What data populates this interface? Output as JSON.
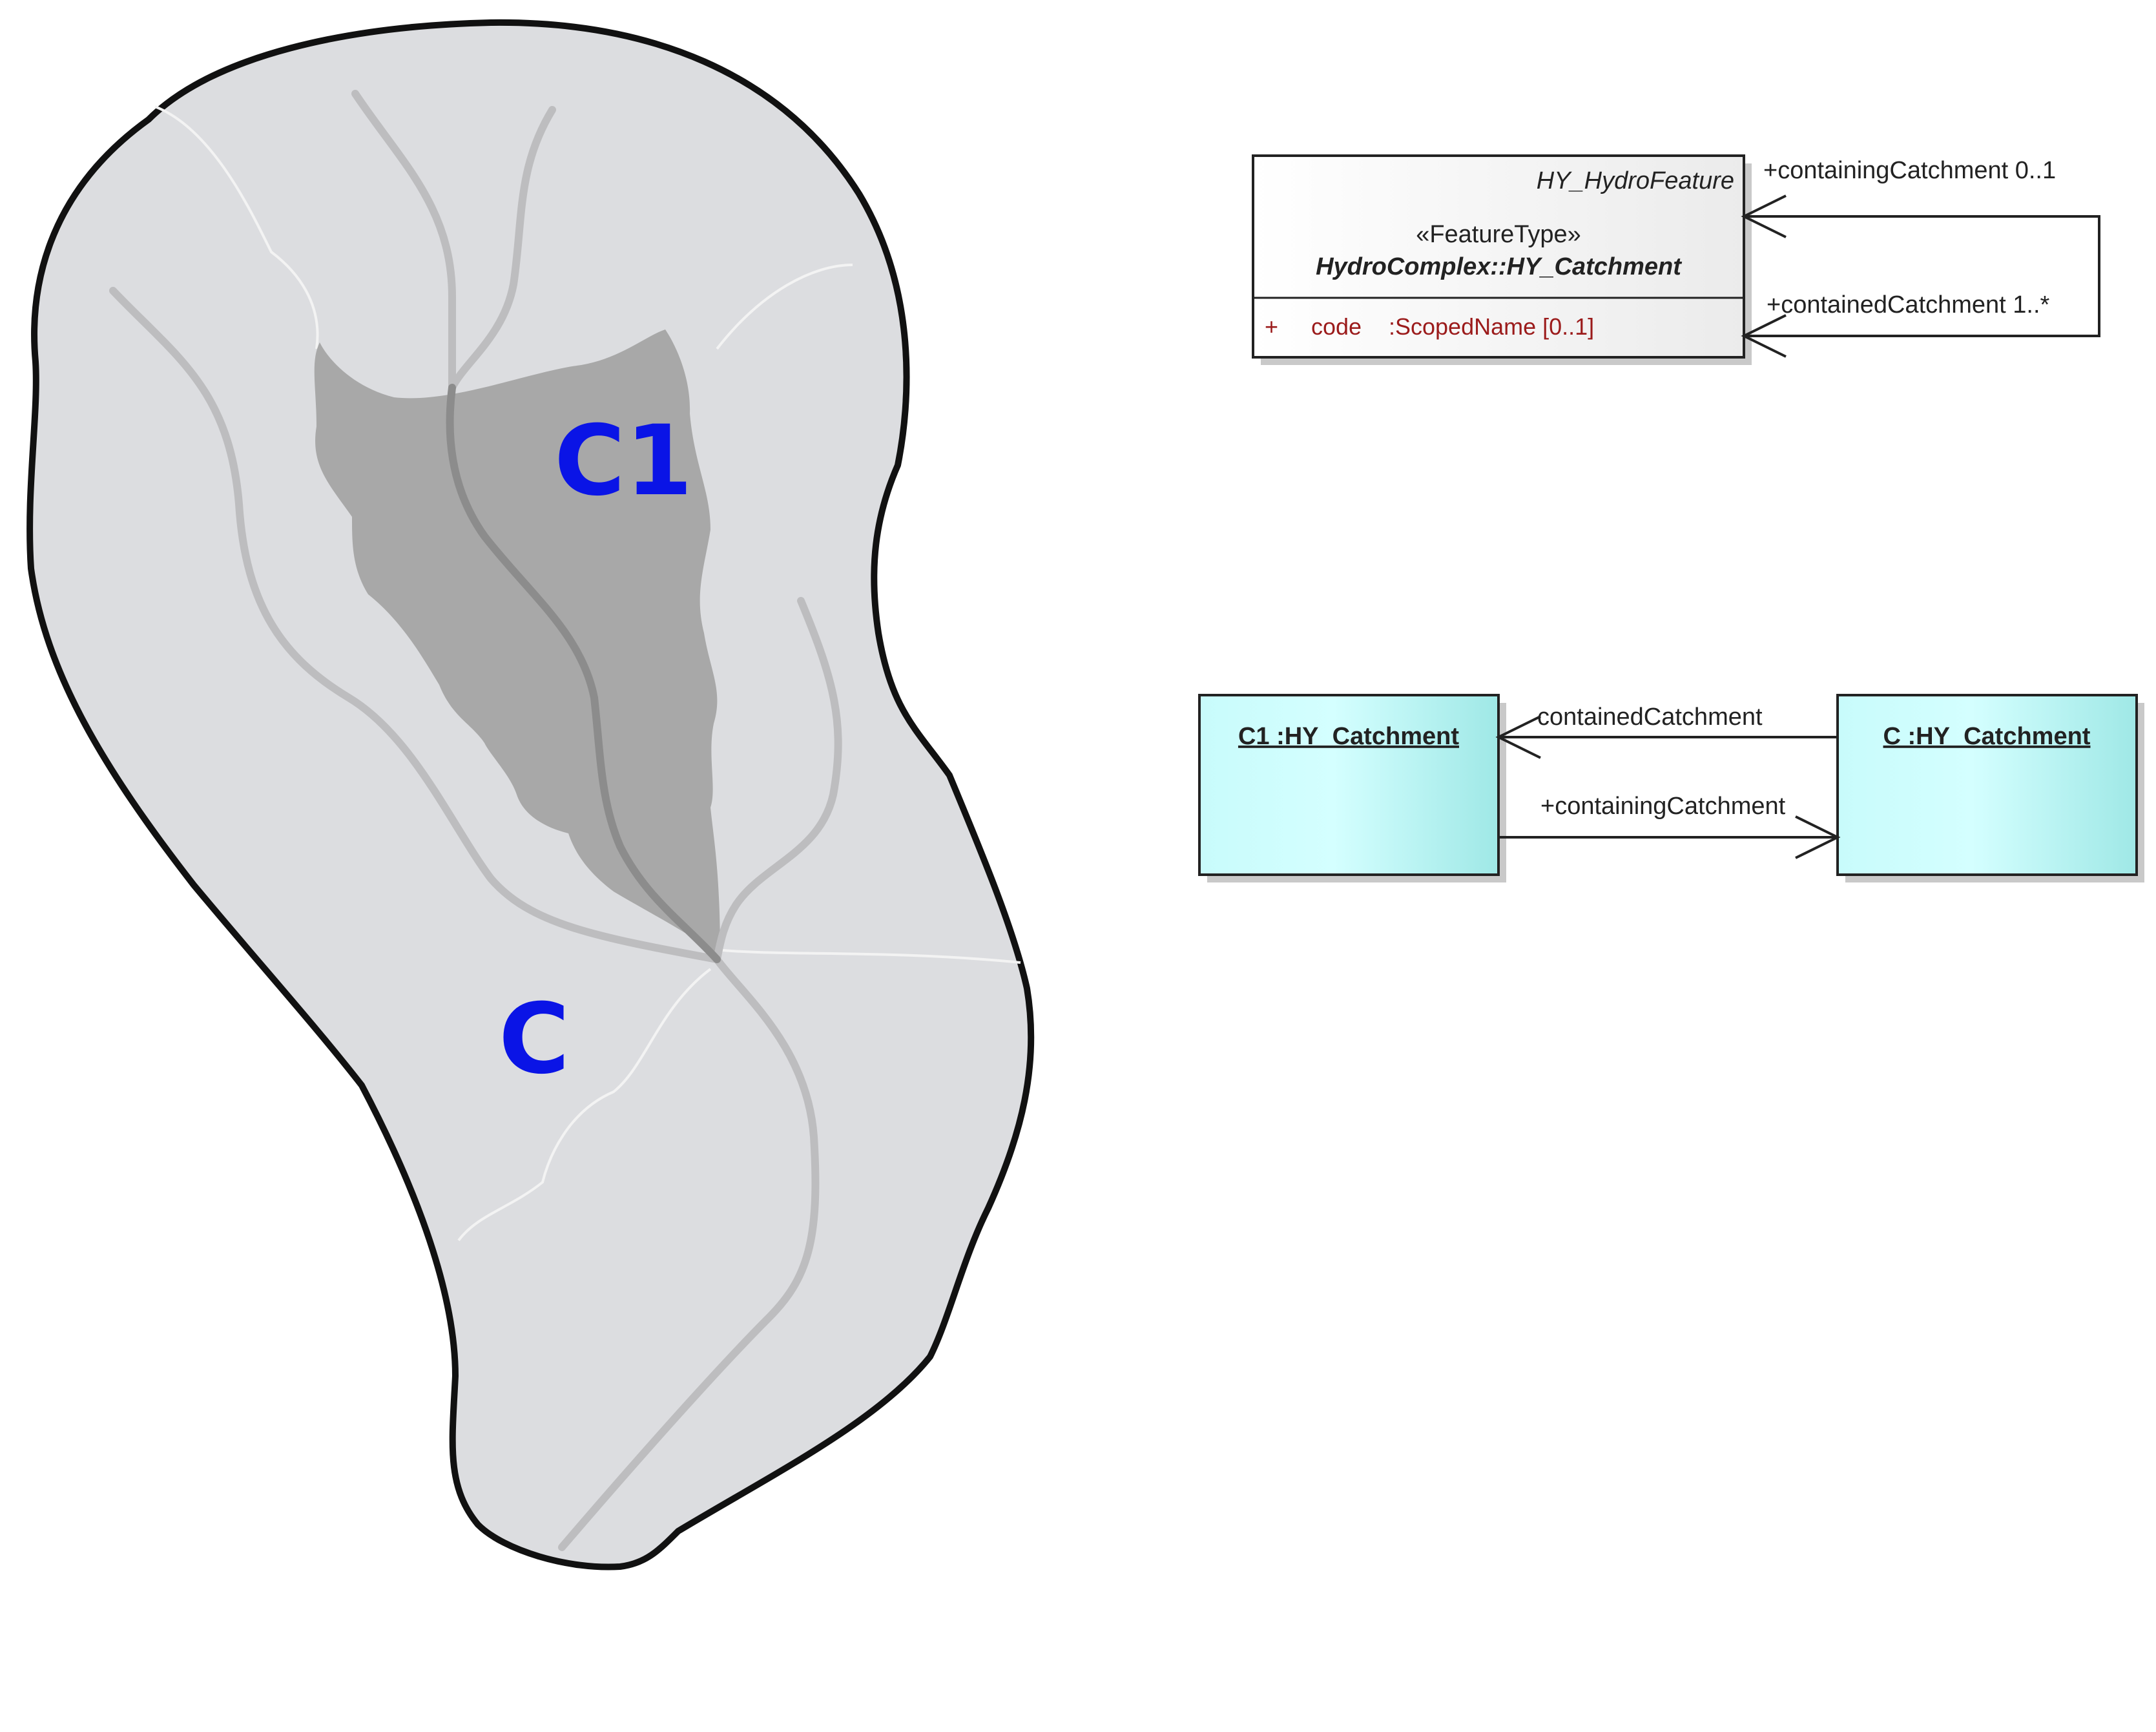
{
  "map": {
    "outer_catchment_label": "C",
    "inner_catchment_label": "C1",
    "label_color": "#0a14e6",
    "outer_fill": "#dcdde0",
    "inner_fill": "#a8a8a8",
    "stream_color": "#bdbdbf",
    "outline_color": "#111111"
  },
  "class_diagram": {
    "class_box": {
      "parent": "HY_HydroFeature",
      "stereotype": "«FeatureType»",
      "name": "HydroComplex::HY_Catchment",
      "attribute": {
        "visibility": "+",
        "name": "code",
        "type": ":ScopedName [0..1]",
        "color": "#9b1b1b"
      }
    },
    "self_association": {
      "upper_role": "+containingCatchment 0..1",
      "lower_role": "+containedCatchment 1..*"
    }
  },
  "object_diagram": {
    "left_object": "C1 :HY_Catchment",
    "right_object": "C :HY_Catchment",
    "upper_link": "containedCatchment",
    "lower_link": "+containingCatchment",
    "object_fill": "#c8fbfb"
  }
}
